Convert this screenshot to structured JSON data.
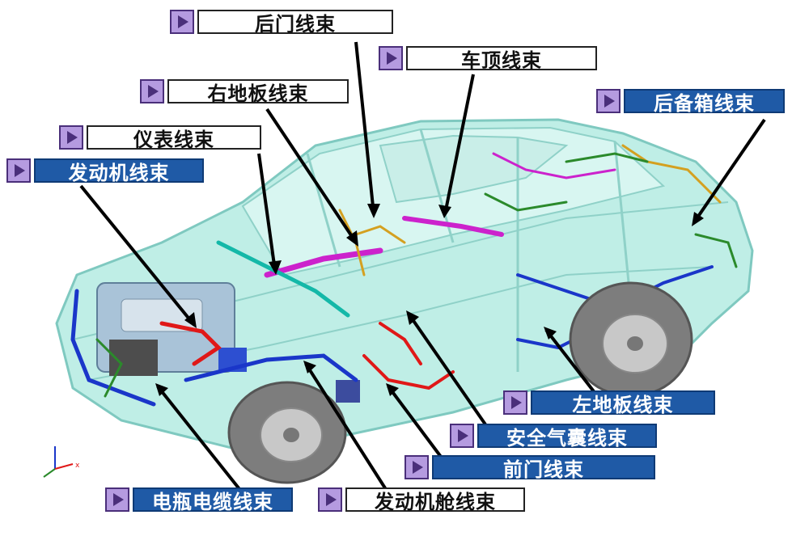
{
  "labels": {
    "rear_door": "后门线束",
    "roof": "车顶线束",
    "right_floor": "右地板线束",
    "trunk": "后备箱线束",
    "instrument": "仪表线束",
    "engine": "发动机线束",
    "left_floor": "左地板线束",
    "airbag": "安全气囊线束",
    "front_door": "前门线束",
    "battery_cable": "电瓶电缆线束",
    "engine_bay": "发动机舱线束"
  },
  "colors": {
    "body": "#bfeee6",
    "body_outline": "#7fc9c0",
    "callout_blue": "#1f5aa6",
    "callout_marker": "#b59be0"
  },
  "axis": {
    "x": "x"
  }
}
